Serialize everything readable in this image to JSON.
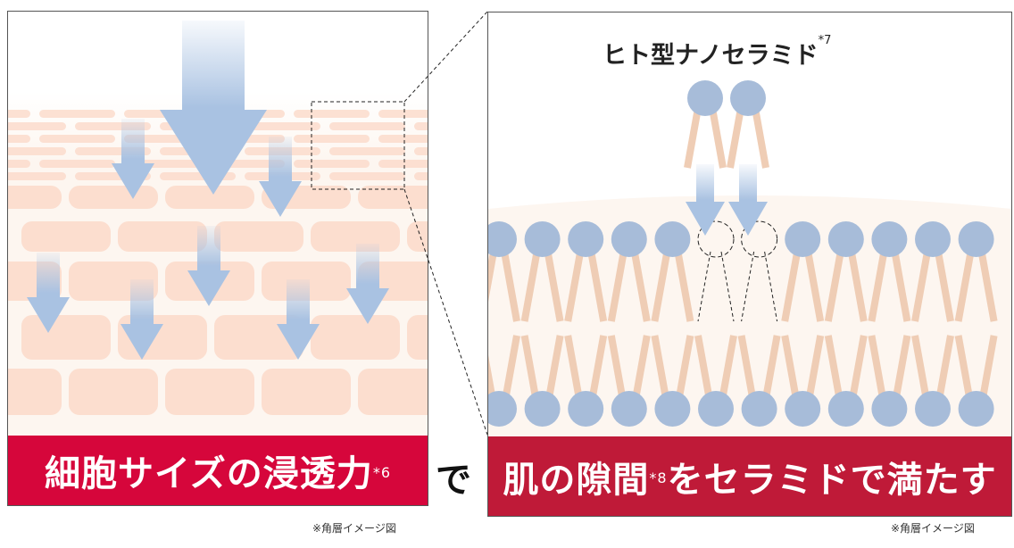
{
  "left_panel": {
    "band_text": "細胞サイズの浸透力",
    "band_note": "*6",
    "caption": "※角層イメージ図"
  },
  "connector": "で",
  "right_panel": {
    "title": "ヒト型ナノセラミド",
    "title_note": "*7",
    "band_text_1": "肌の隙間",
    "band_note": "*8",
    "band_text_2": "をセラミドで満たす",
    "caption": "※角層イメージ図"
  },
  "colors": {
    "left_band": "#d6063b",
    "right_band": "#bf1a38",
    "head": "#a7bcd9",
    "tail": "#efcdb5",
    "cell": "#fbd9c9",
    "arrow": "#a9c2e2",
    "skin_bg": "#fdf6f0"
  }
}
